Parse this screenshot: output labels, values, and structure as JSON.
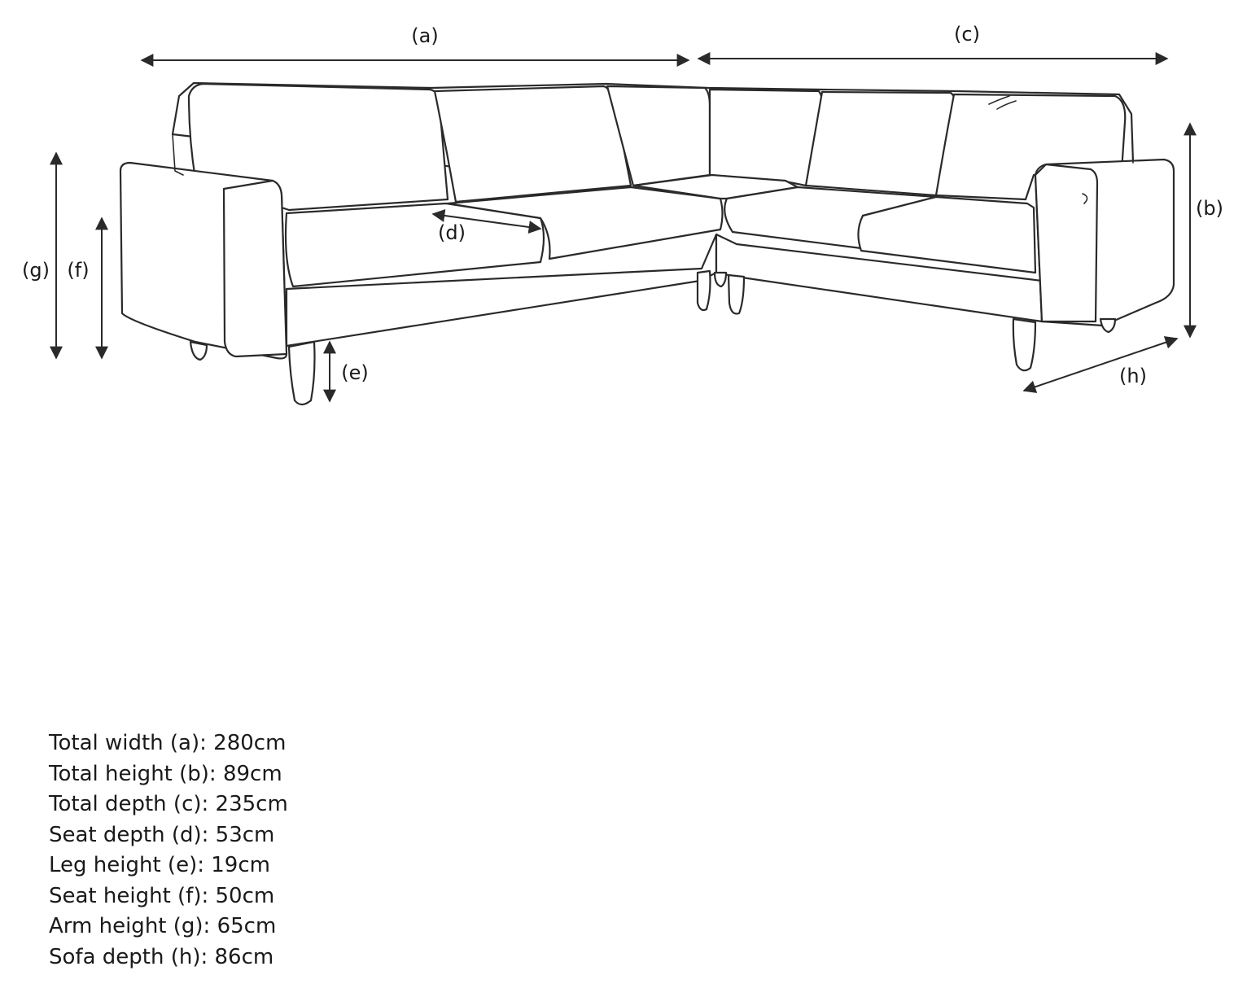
{
  "labels": {
    "a": "(a)",
    "b": "(b)",
    "c": "(c)",
    "d": "(d)",
    "e": "(e)",
    "f": "(f)",
    "g": "(g)",
    "h": "(h)"
  },
  "specs": [
    "Total width (a): 280cm",
    "Total height (b): 89cm",
    "Total depth (c): 235cm",
    "Seat depth (d): 53cm",
    "Leg height (e): 19cm",
    "Seat height (f): 50cm",
    "Arm height (g): 65cm",
    "Sofa depth (h): 86cm"
  ]
}
